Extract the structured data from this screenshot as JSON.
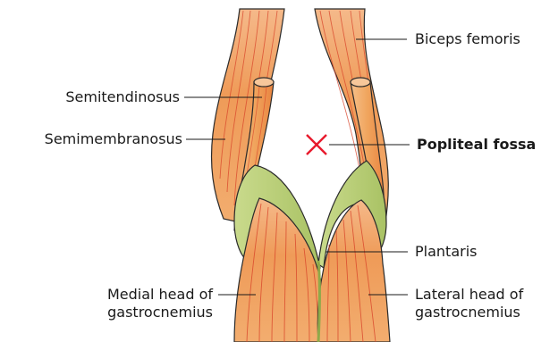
{
  "labels": {
    "biceps_femoris": "Biceps femoris",
    "semitendinosus": "Semitendinosus",
    "semimembranosus": "Semimembranosus",
    "popliteal_fossa": "Popliteal fossa",
    "plantaris": "Plantaris",
    "medial_head_line1": "Medial head of",
    "medial_head_line2": "gastrocnemius",
    "lateral_head_line1": "Lateral head of",
    "lateral_head_line2": "gastrocnemius"
  },
  "colors": {
    "muscle_base": "#f0a55e",
    "muscle_shadow": "#e06a2a",
    "fiber": "#d9442a",
    "tendon": "#bfd47e",
    "tendon_dark": "#8fa94a",
    "marker": "#e8192c",
    "outline": "#2b2b2b"
  },
  "marker_icon": "x-mark-icon"
}
